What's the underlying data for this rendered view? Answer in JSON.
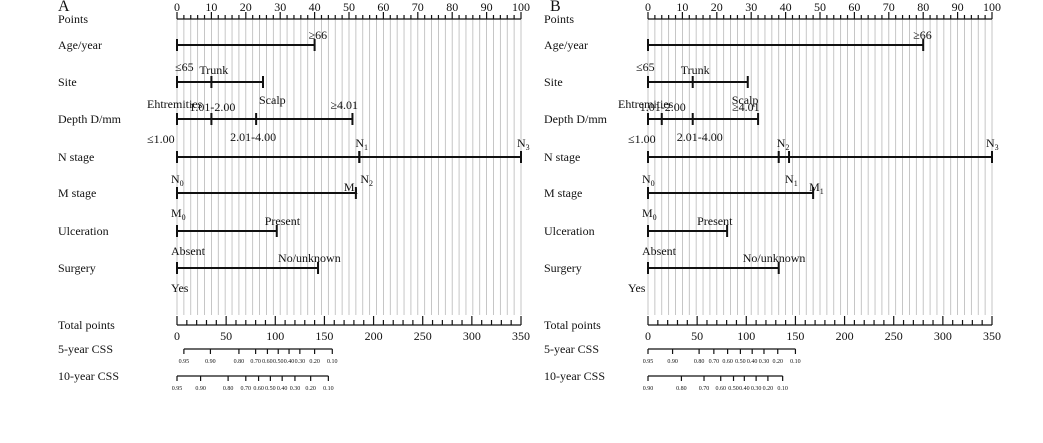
{
  "chart_data": [
    {
      "type": "nomogram",
      "panel_label": "A",
      "points_axis": {
        "label": "Points",
        "range": [
          0,
          100
        ],
        "ticks": [
          0,
          10,
          20,
          30,
          40,
          50,
          60,
          70,
          80,
          90,
          100
        ]
      },
      "variables": [
        {
          "label": "Age/year",
          "levels": [
            {
              "name": "≤65",
              "points": 0
            },
            {
              "name": "≥66",
              "points": 40
            }
          ]
        },
        {
          "label": "Site",
          "levels": [
            {
              "name": "Ehtremities",
              "points": 0
            },
            {
              "name": "Trunk",
              "points": 10
            },
            {
              "name": "Scalp",
              "points": 25
            }
          ]
        },
        {
          "label": "Depth D/mm",
          "levels": [
            {
              "name": "≤1.00",
              "points": 0
            },
            {
              "name": "1.01-2.00",
              "points": 10
            },
            {
              "name": "2.01-4.00",
              "points": 23
            },
            {
              "name": "≥4.01",
              "points": 51
            }
          ]
        },
        {
          "label": "N stage",
          "levels": [
            {
              "name": "N0",
              "points": 0
            },
            {
              "name": "N1",
              "points": 53
            },
            {
              "name": "N2",
              "points": 53
            },
            {
              "name": "N3",
              "points": 100
            }
          ]
        },
        {
          "label": "M stage",
          "levels": [
            {
              "name": "M0",
              "points": 0
            },
            {
              "name": "M1",
              "points": 52
            }
          ]
        },
        {
          "label": "Ulceration",
          "levels": [
            {
              "name": "Absent",
              "points": 0
            },
            {
              "name": "Present",
              "points": 29
            }
          ]
        },
        {
          "label": "Surgery",
          "levels": [
            {
              "name": "Yes",
              "points": 0
            },
            {
              "name": "No/unknown",
              "points": 41
            }
          ]
        }
      ],
      "total_points_axis": {
        "label": "Total points",
        "range": [
          0,
          350
        ],
        "ticks": [
          0,
          50,
          100,
          150,
          200,
          250,
          300,
          350
        ]
      },
      "css_axes": [
        {
          "label": "5-year CSS",
          "ticks": [
            {
              "value": 0.95,
              "total": 7
            },
            {
              "value": 0.9,
              "total": 34
            },
            {
              "value": 0.8,
              "total": 63
            },
            {
              "value": 0.7,
              "total": 80
            },
            {
              "value": 0.6,
              "total": 92
            },
            {
              "value": 0.5,
              "total": 103
            },
            {
              "value": 0.4,
              "total": 114
            },
            {
              "value": 0.3,
              "total": 125
            },
            {
              "value": 0.2,
              "total": 140
            },
            {
              "value": 0.1,
              "total": 158
            }
          ]
        },
        {
          "label": "10-year CSS",
          "ticks": [
            {
              "value": 0.95,
              "total": 0
            },
            {
              "value": 0.9,
              "total": 24
            },
            {
              "value": 0.8,
              "total": 52
            },
            {
              "value": 0.7,
              "total": 70
            },
            {
              "value": 0.6,
              "total": 83
            },
            {
              "value": 0.5,
              "total": 95
            },
            {
              "value": 0.4,
              "total": 107
            },
            {
              "value": 0.3,
              "total": 120
            },
            {
              "value": 0.2,
              "total": 136
            },
            {
              "value": 0.1,
              "total": 154
            }
          ]
        }
      ]
    },
    {
      "type": "nomogram",
      "panel_label": "B",
      "points_axis": {
        "label": "Points",
        "range": [
          0,
          100
        ],
        "ticks": [
          0,
          10,
          20,
          30,
          40,
          50,
          60,
          70,
          80,
          90,
          100
        ]
      },
      "variables": [
        {
          "label": "Age/year",
          "levels": [
            {
              "name": "≤65",
              "points": 0
            },
            {
              "name": "≥66",
              "points": 80
            }
          ]
        },
        {
          "label": "Site",
          "levels": [
            {
              "name": "Ehtremities",
              "points": 0
            },
            {
              "name": "Trunk",
              "points": 13
            },
            {
              "name": "Scalp",
              "points": 29
            }
          ]
        },
        {
          "label": "Depth D/mm",
          "levels": [
            {
              "name": "≤1.00",
              "points": 0
            },
            {
              "name": "1.01-2.00",
              "points": 4
            },
            {
              "name": "2.01-4.00",
              "points": 13
            },
            {
              "name": "≥4.01",
              "points": 32
            }
          ]
        },
        {
          "label": "N stage",
          "levels": [
            {
              "name": "N0",
              "points": 0
            },
            {
              "name": "N2",
              "points": 38
            },
            {
              "name": "N1",
              "points": 41
            },
            {
              "name": "N3",
              "points": 100
            }
          ]
        },
        {
          "label": "M stage",
          "levels": [
            {
              "name": "M0",
              "points": 0
            },
            {
              "name": "M1",
              "points": 48
            }
          ]
        },
        {
          "label": "Ulceration",
          "levels": [
            {
              "name": "Absent",
              "points": 0
            },
            {
              "name": "Present",
              "points": 23
            }
          ]
        },
        {
          "label": "Surgery",
          "levels": [
            {
              "name": "Yes",
              "points": 0
            },
            {
              "name": "No/unknown",
              "points": 38
            }
          ]
        }
      ],
      "total_points_axis": {
        "label": "Total points",
        "range": [
          0,
          350
        ],
        "ticks": [
          0,
          50,
          100,
          150,
          200,
          250,
          300,
          350
        ]
      },
      "css_axes": [
        {
          "label": "5-year CSS",
          "ticks": [
            {
              "value": 0.95,
              "total": 0
            },
            {
              "value": 0.9,
              "total": 25
            },
            {
              "value": 0.8,
              "total": 52
            },
            {
              "value": 0.7,
              "total": 67
            },
            {
              "value": 0.6,
              "total": 81
            },
            {
              "value": 0.5,
              "total": 94
            },
            {
              "value": 0.4,
              "total": 106
            },
            {
              "value": 0.3,
              "total": 118
            },
            {
              "value": 0.2,
              "total": 132
            },
            {
              "value": 0.1,
              "total": 150
            }
          ]
        },
        {
          "label": "10-year CSS",
          "ticks": [
            {
              "value": 0.9,
              "total": 0
            },
            {
              "value": 0.8,
              "total": 34
            },
            {
              "value": 0.7,
              "total": 57
            },
            {
              "value": 0.6,
              "total": 74
            },
            {
              "value": 0.5,
              "total": 87
            },
            {
              "value": 0.4,
              "total": 98
            },
            {
              "value": 0.3,
              "total": 110
            },
            {
              "value": 0.2,
              "total": 122
            },
            {
              "value": 0.1,
              "total": 137
            }
          ]
        }
      ]
    }
  ]
}
